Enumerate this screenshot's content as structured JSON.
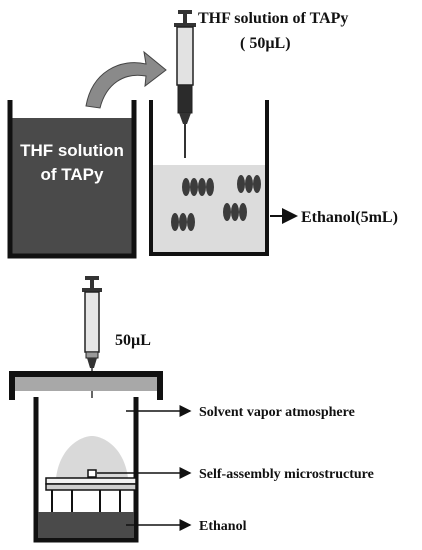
{
  "top_panel": {
    "syringe_label_line1": "THF solution of TAPy",
    "syringe_label_line2": "( 50µL)",
    "left_beaker_label_line1": "THF solution",
    "left_beaker_label_line2": "of TAPy",
    "right_beaker_label": "Ethanol(5mL)"
  },
  "bottom_panel": {
    "syringe_volume_label": "50µL",
    "vapor_label": "Solvent vapor atmosphere",
    "microstructure_label": "Self-assembly microstructure",
    "ethanol_label": "Ethanol"
  },
  "colors": {
    "dark_solution": "#4a4a4a",
    "ethanol_fill": "#dcdcdc",
    "aggregate": "#3c3c3c",
    "outline": "#111111"
  }
}
